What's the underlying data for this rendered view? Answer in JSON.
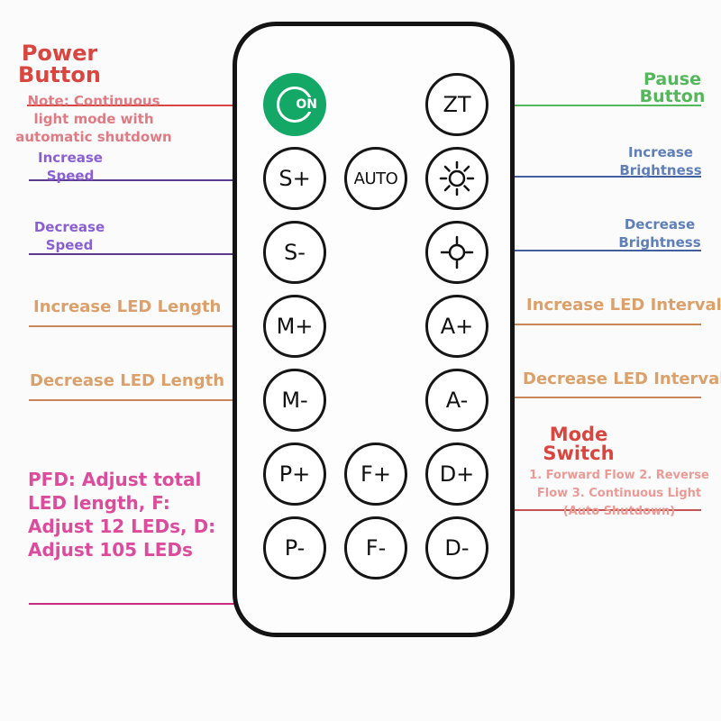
{
  "remote": {
    "buttons": {
      "power": "ON",
      "zt": "ZT",
      "speed_up": "S+",
      "auto": "AUTO",
      "speed_down": "S-",
      "length_up": "M+",
      "interval_up": "A+",
      "length_down": "M-",
      "interval_down": "A-",
      "p_up": "P+",
      "f_up": "F+",
      "d_up": "D+",
      "p_down": "P-",
      "f_down": "F-",
      "d_down": "D-"
    }
  },
  "labels": {
    "power_title_1": "Power",
    "power_title_2": "Button",
    "power_note_1": "Note: Continuous",
    "power_note_2": "light mode with",
    "power_note_3": "automatic shutdown",
    "pause_1": "Pause",
    "pause_2": "Button",
    "speed_up_1": "Increase",
    "speed_up_2": "Speed",
    "speed_down_1": "Decrease",
    "speed_down_2": "Speed",
    "bright_up_1": "Increase",
    "bright_up_2": "Brightness",
    "bright_down_1": "Decrease",
    "bright_down_2": "Brightness",
    "length_up": "Increase LED Length",
    "length_down": "Decrease LED Length",
    "interval_up": "Increase LED Interval",
    "interval_down": "Decrease LED Interval",
    "mode_title_1": "Mode",
    "mode_title_2": "Switch",
    "mode_note_1": "1. Forward Flow 2. Reverse",
    "mode_note_2": "Flow 3. Continuous Light",
    "mode_note_3": "(Auto Shutdown)",
    "pfd_1": "PFD: Adjust total",
    "pfd_2": "LED length, F:",
    "pfd_3": "Adjust 12 LEDs, D:",
    "pfd_4": "Adjust 105 LEDs"
  },
  "colors": {
    "power_green": "#13a865",
    "red": "#d9453f",
    "green": "#52b85a",
    "purple": "#8a5fd6",
    "blue": "#5f7fb9",
    "orange": "#dca06a",
    "magenta": "#dc4b9c",
    "salmon": "#ec9a95"
  }
}
